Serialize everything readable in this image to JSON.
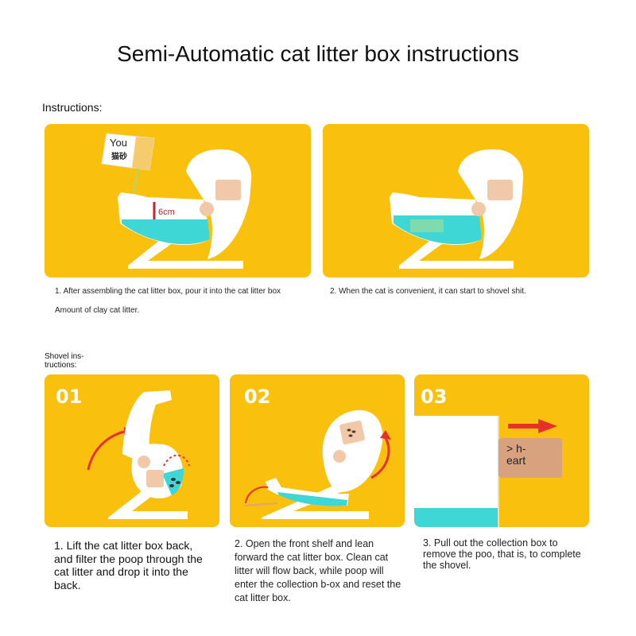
{
  "title": "Semi-Automatic cat litter box instructions",
  "instructions_label": "Instructions:",
  "top_panels": [
    {
      "bag_text_1": "You",
      "bag_text_2": "猫砂",
      "height_label": "6cm",
      "caption_1": "1. After assembling the cat litter box, pour it into the cat litter box",
      "caption_2": "Amount of clay cat litter."
    },
    {
      "caption": "2. When the cat is convenient, it can start to shovel shit."
    }
  ],
  "shovel_label": "Shovel ins-\ntructions:",
  "steps": [
    {
      "number": "01",
      "caption": "1. Lift the cat litter box back, and filter the poop through the cat litter and drop it into the back."
    },
    {
      "number": "02",
      "caption": "2. Open the front shelf and lean forward the cat litter box. Clean cat litter will flow back, while poop will enter the collection b-ox and reset the cat litter box."
    },
    {
      "number": "03",
      "drawer_label": "> h-\neart",
      "caption": "3. Pull out the collection box to remove the poo, that is, to complete the shovel."
    }
  ],
  "colors": {
    "panel_yellow": "#f9c10e",
    "litter_teal": "#3fd6d6",
    "arrow_red": "#e8302a",
    "drawer_tan": "#d9a27e",
    "window_tan": "#f2c9a8"
  }
}
